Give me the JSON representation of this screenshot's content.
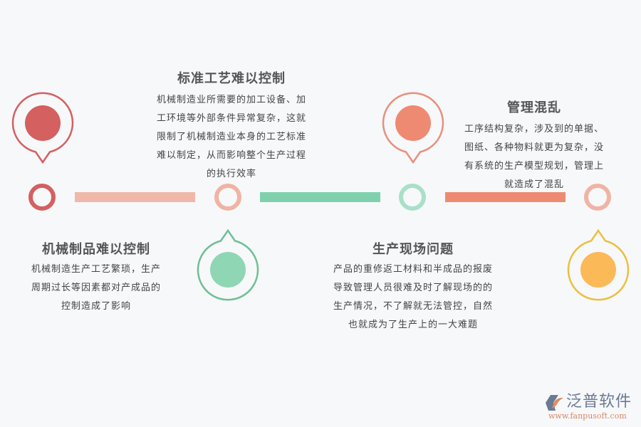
{
  "colors": {
    "background": "#f7f8fa",
    "red": "#d46060",
    "peach": "#f0b4a4",
    "mint": "#a8e0c8",
    "green_bar": "#7fd1ad",
    "green_outline": "#6fbf95",
    "green_fill": "#8fd6b5",
    "coral": "#ee8a72",
    "coral_outline": "#e8907c",
    "yellow_outline": "#ebc040",
    "orange_fill": "#fcb957",
    "title_text": "#555555",
    "body_text": "#444444"
  },
  "items": [
    {
      "title": "标准工艺难以控制",
      "lines": [
        "机械制造业所需要的加工设备、加",
        "工环境等外部条件异常复杂，这就",
        "限制了机械制造业本身的工艺标准",
        "难以制定，从而影响整个生产过程",
        "的执行效率"
      ]
    },
    {
      "title": "机械制品难以控制",
      "lines": [
        "机械制造生产工艺繁琐，生产",
        "周期过长等因素都对产成品的",
        "控制造成了影响"
      ]
    },
    {
      "title": "管理混乱",
      "lines": [
        "工序结构复杂，涉及到的单据、",
        "图纸、各种物料就更为复杂，没",
        "有系统的生产模型规划，管理上",
        "就造成了混乱"
      ]
    },
    {
      "title": "生产现场问题",
      "lines": [
        "产品的重修返工材料和半成品的报废",
        "导致管理人员很难及时了解现场的的",
        "生产情况，不了解就无法管控，自然",
        "也就成为了生产上的一大难题"
      ]
    }
  ],
  "markers": [
    {
      "icon": "map-pin-icon",
      "direction": "down"
    },
    {
      "icon": "map-pin-icon",
      "direction": "up"
    },
    {
      "icon": "map-pin-icon",
      "direction": "down"
    },
    {
      "icon": "map-pin-icon",
      "direction": "up"
    }
  ],
  "logo": {
    "name": "泛普软件",
    "url": "www.fanpusoft.com"
  }
}
